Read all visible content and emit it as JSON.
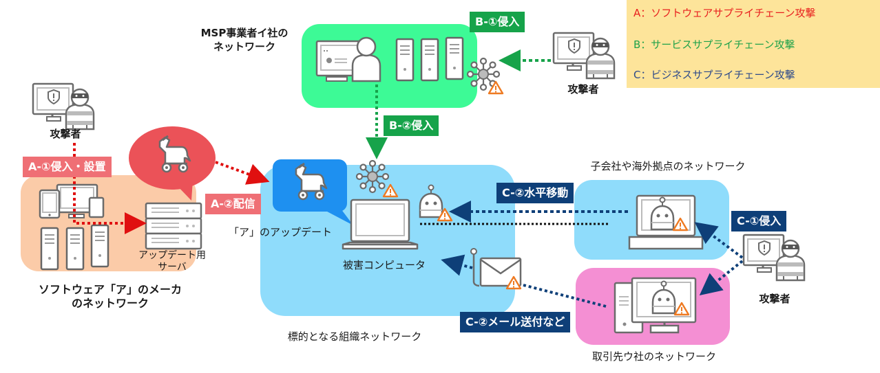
{
  "legend": {
    "a": {
      "text": "A：ソフトウェアサプライチェーン攻撃",
      "color": "#e8201f"
    },
    "b": {
      "text": "B：サービスサプライチェーン攻撃",
      "color": "#1fa24a"
    },
    "c": {
      "text": "C：ビジネスサプライチェーン攻撃",
      "color": "#2d4a8a"
    }
  },
  "networks": {
    "msp": {
      "label_line1": "MSP事業者イ社の",
      "label_line2": "ネットワーク",
      "color": "#3dfa96"
    },
    "vendor": {
      "label_line1": "ソフトウェア「ア」のメーカ",
      "label_line2": "のネットワーク",
      "color": "#fbcba8"
    },
    "target": {
      "label": "標的となる組織ネットワーク",
      "color": "#8fdcfb"
    },
    "subsidiary": {
      "label": "子会社や海外拠点のネットワーク",
      "color": "#8fdcfb"
    },
    "partner": {
      "label": "取引先ウ社のネットワーク",
      "color": "#f48fd3"
    }
  },
  "attackers": {
    "left": {
      "label": "攻撃者"
    },
    "top_right": {
      "label": "攻撃者"
    },
    "right": {
      "label": "攻撃者"
    }
  },
  "tags": {
    "a1": {
      "text": "A-①侵入・設置",
      "color": "#ef6f75"
    },
    "a2": {
      "text": "A-②配信",
      "color": "#ef6f75"
    },
    "b1": {
      "text": "B-①侵入",
      "color": "#16a34a"
    },
    "b2": {
      "text": "B-②侵入",
      "color": "#16a34a"
    },
    "c1": {
      "text": "C-①侵入",
      "color": "#0e3f78"
    },
    "c2_lateral": {
      "text": "C-②水平移動",
      "color": "#0e3f78"
    },
    "c2_mail": {
      "text": "C-②メール送付など",
      "color": "#0e3f78"
    }
  },
  "labels": {
    "update_server_line1": "アップデート用",
    "update_server_line2": "サーバ",
    "update_of_a": "「ア」のアップデート",
    "victim_computer": "被害コンピュータ"
  },
  "colors": {
    "red_arrow": "#e01010",
    "green_arrow": "#17a34a",
    "navy_arrow": "#0e3f78",
    "warning": "#ee7a22",
    "icon_gray": "#6b6b6b"
  }
}
